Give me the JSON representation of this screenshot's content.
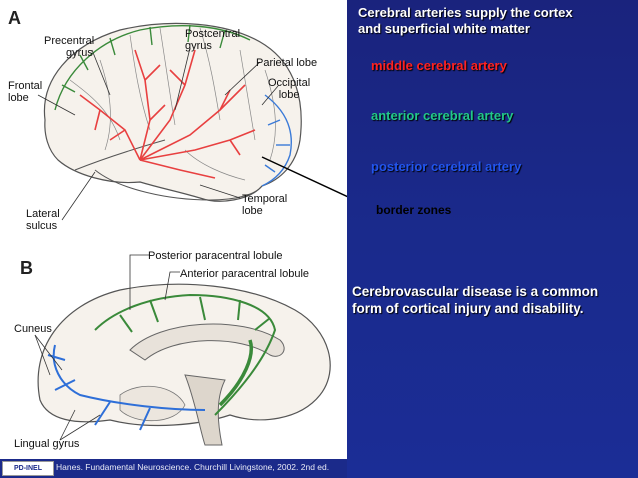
{
  "figure": {
    "panel_a_letter": "A",
    "panel_b_letter": "B",
    "labels_a": {
      "precentral_1": "Precentral",
      "precentral_2": "gyrus",
      "postcentral_1": "Postcentral",
      "postcentral_2": "gyrus",
      "parietal": "Parietal lobe",
      "occipital_1": "Occipital",
      "occipital_2": "lobe",
      "frontal_1": "Frontal",
      "frontal_2": "lobe",
      "temporal_1": "Temporal",
      "temporal_2": "lobe",
      "lateral_1": "Lateral",
      "lateral_2": "sulcus"
    },
    "labels_b": {
      "posterior_paracentral": "Posterior paracentral lobule",
      "anterior_paracentral": "Anterior paracentral lobule",
      "cuneus": "Cuneus",
      "lingual": "Lingual gyrus"
    }
  },
  "slide": {
    "heading_line1": "Cerebral arteries supply the cortex",
    "heading_line2": "and superficial white matter",
    "legend": [
      {
        "label": "middle cerebral artery",
        "color": "#ff2222"
      },
      {
        "label": "anterior cerebral artery",
        "color": "#22c88a"
      },
      {
        "label": "posterior cerebral artery",
        "color": "#2255ee"
      },
      {
        "label": "border zones",
        "color": "#000000"
      }
    ],
    "body_line1": "Cerebrovascular disease is a common",
    "body_line2": "form of cortical injury and disability."
  },
  "footer": {
    "logo_text": "PD-INEL",
    "citation": "Hanes. Fundamental Neuroscience. Churchill Livingstone, 2002. 2nd ed."
  }
}
